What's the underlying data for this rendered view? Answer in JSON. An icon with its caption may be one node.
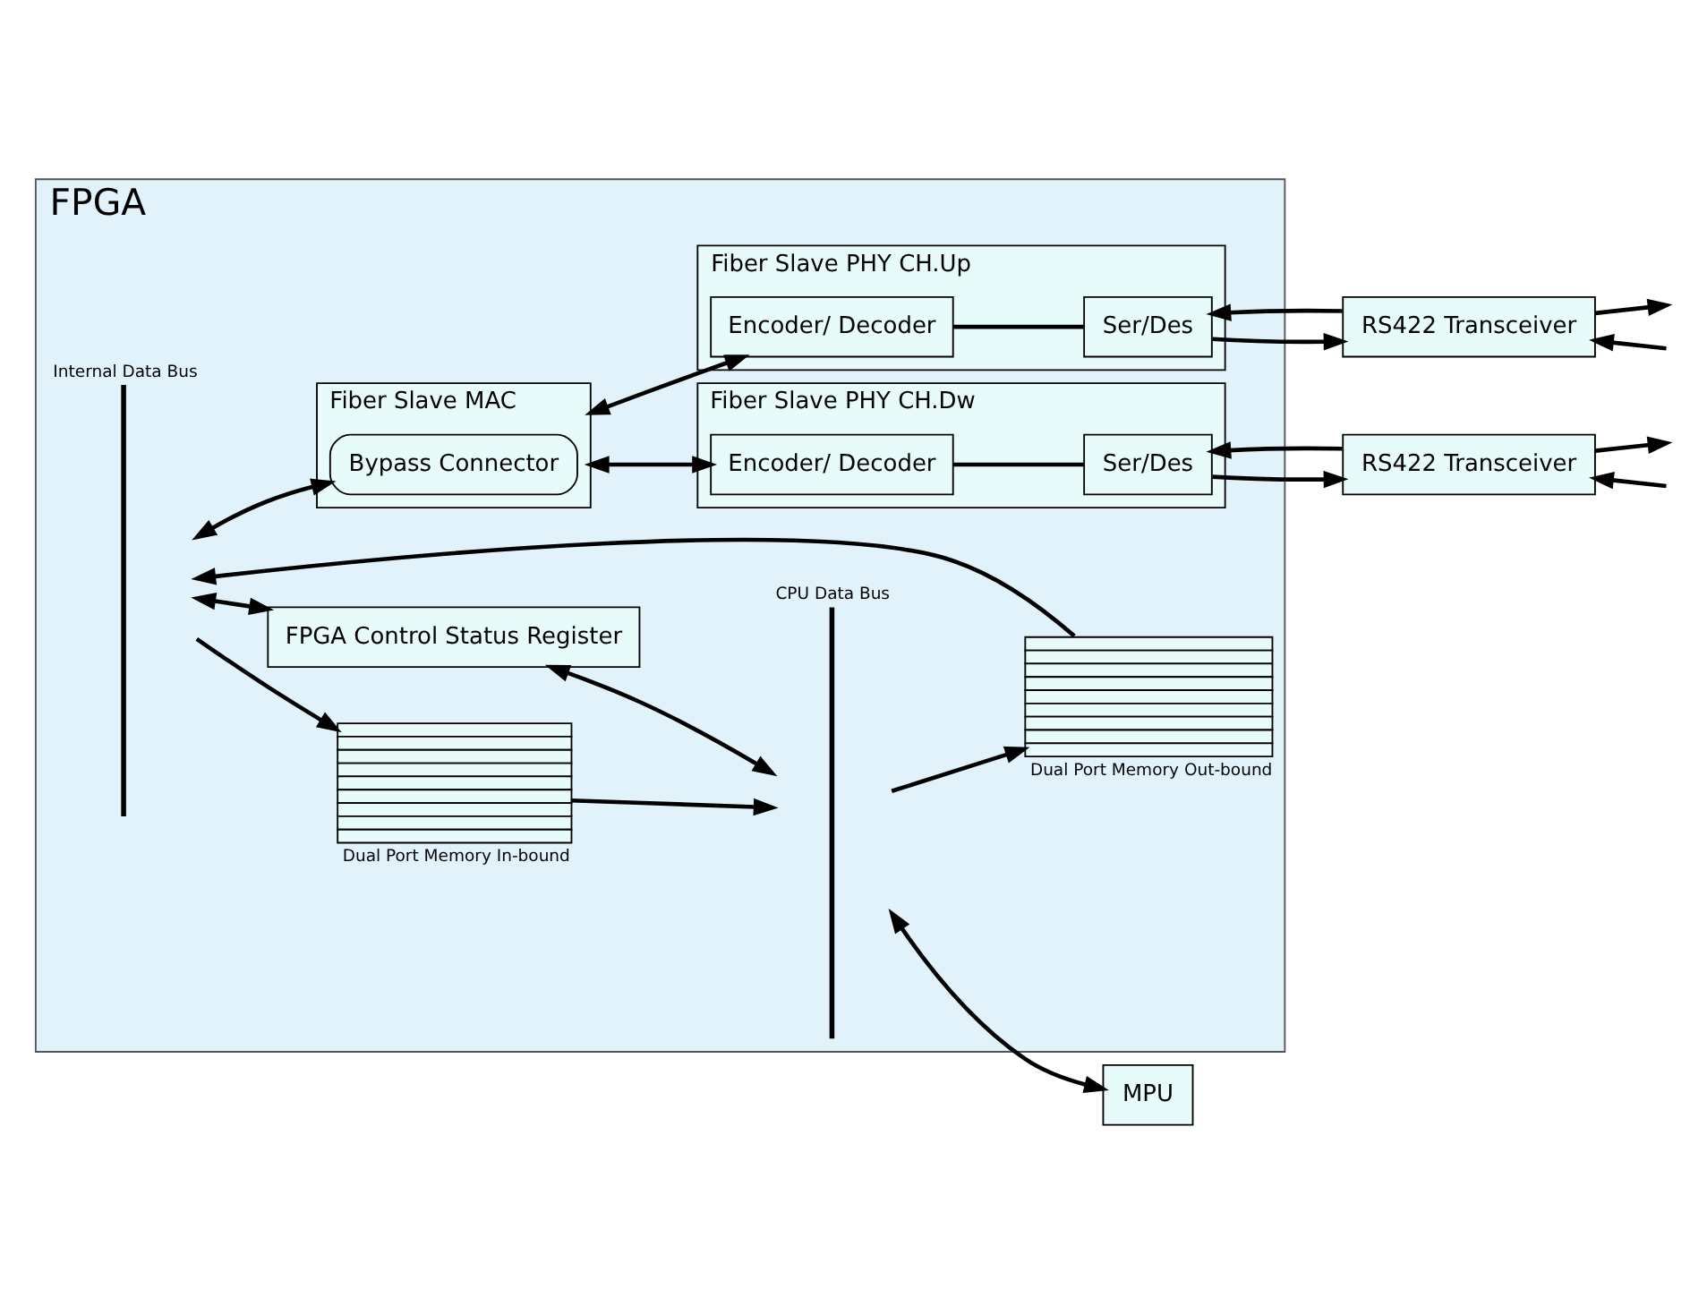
{
  "diagram": {
    "nodes": [
      {
        "text": [
          "FPGA"
        ]
      },
      {
        "text": [
          "Internal Data Bus"
        ],
        "in": 0
      },
      {
        "text": [
          "Fiber Slave MAC"
        ],
        "in": 0
      },
      {
        "text": [
          "Bypass Connector"
        ],
        "in": 2
      },
      {
        "text": [
          "Fiber Slave PHY CH.Up"
        ],
        "in": 0
      },
      {
        "text": [
          "Encoder/ Decoder"
        ],
        "in": 4
      },
      {
        "text": [
          "Ser/Des"
        ],
        "in": 4
      },
      {
        "text": [
          "Fiber Slave PHY CH.Dw"
        ],
        "in": 0
      },
      {
        "text": [
          "Encoder/ Decoder"
        ],
        "in": 7
      },
      {
        "text": [
          "Ser/Des"
        ],
        "in": 7
      },
      {
        "text": [
          "RS422 Transceiver"
        ]
      },
      {
        "text": [
          "RS422 Transceiver"
        ]
      },
      {
        "text": [
          "CPU Data Bus"
        ],
        "in": 0
      },
      {
        "text": [
          "Dual Port Memory In-bound"
        ],
        "in": 0
      },
      {
        "text": [
          "Dual Port Memory Out-bound"
        ],
        "in": 0
      },
      {
        "text": [
          "FPGA Control Status Register"
        ],
        "in": 0
      },
      {
        "text": [
          "MPU"
        ]
      }
    ],
    "edges": [
      {
        "from": 1,
        "to": 3,
        "arrow": "both"
      },
      {
        "from": 2,
        "to": 5,
        "arrow": "both"
      },
      {
        "from": 2,
        "to": 8,
        "arrow": "both"
      },
      {
        "from": 5,
        "to": 6,
        "arrow": "none"
      },
      {
        "from": 8,
        "to": 9,
        "arrow": "none"
      },
      {
        "from": 6,
        "to": 10,
        "arrow": "to"
      },
      {
        "from": 10,
        "to": 6,
        "arrow": "to"
      },
      {
        "from": 10,
        "to": null,
        "arrow": "to"
      },
      {
        "from": null,
        "to": 10,
        "arrow": "to"
      },
      {
        "from": 9,
        "to": 11,
        "arrow": "to"
      },
      {
        "from": 11,
        "to": 9,
        "arrow": "to"
      },
      {
        "from": 11,
        "to": null,
        "arrow": "to"
      },
      {
        "from": null,
        "to": 11,
        "arrow": "to"
      },
      {
        "from": 1,
        "to": 13,
        "arrow": "to"
      },
      {
        "from": 13,
        "to": 12,
        "arrow": "to"
      },
      {
        "from": 12,
        "to": 16,
        "arrow": "both"
      },
      {
        "from": 12,
        "to": 14,
        "arrow": "to"
      },
      {
        "from": 14,
        "to": 1,
        "arrow": "to"
      },
      {
        "from": 1,
        "to": 15,
        "arrow": "both"
      },
      {
        "from": 15,
        "to": 12,
        "arrow": "both"
      }
    ]
  }
}
